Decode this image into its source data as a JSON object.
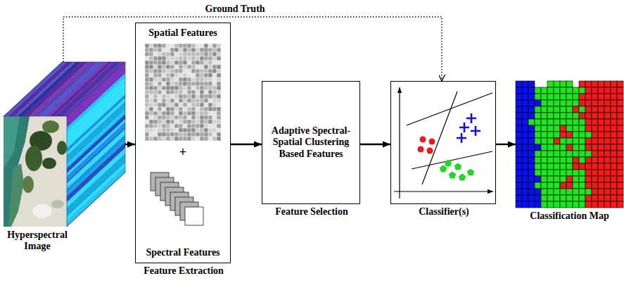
{
  "diagram": {
    "nodes": [
      {
        "text": [
          "Hyperspectral Image"
        ]
      },
      {
        "text": [
          "Feature Extraction"
        ]
      },
      {
        "text": [
          "Spatial Features"
        ],
        "in": 1
      },
      {
        "text": [
          "Spectral Features"
        ],
        "in": 1
      },
      {
        "text": [
          "Adaptive Spectral-Spatial Clustering Based Features",
          "Feature Selection"
        ]
      },
      {
        "text": [
          "Classifier(s)"
        ]
      },
      {
        "text": [
          "Classification Map"
        ]
      }
    ],
    "edges": [
      {
        "from": 0,
        "to": 1,
        "arrow": "to"
      },
      {
        "from": 1,
        "to": 4,
        "arrow": "to"
      },
      {
        "from": 4,
        "to": 5,
        "arrow": "to"
      },
      {
        "from": 5,
        "to": 6,
        "arrow": "to"
      },
      {
        "from": 0,
        "to": 5,
        "label": "Ground Truth",
        "arrow": "to"
      }
    ],
    "labels": [
      "+"
    ]
  }
}
